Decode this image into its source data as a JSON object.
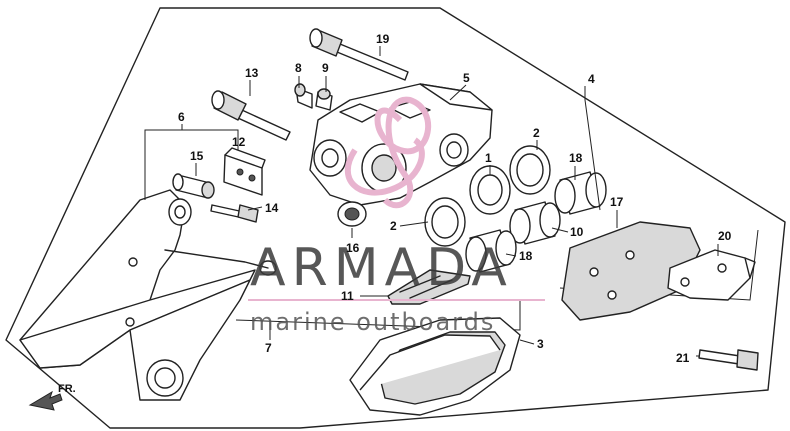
{
  "callouts": {
    "c1": "1",
    "c2a": "2",
    "c2b": "2",
    "c3": "3",
    "c4": "4",
    "c5": "5",
    "c6": "6",
    "c7": "7",
    "c8": "8",
    "c9": "9",
    "c10": "10",
    "c11": "11",
    "c12": "12",
    "c13": "13",
    "c14": "14",
    "c15": "15",
    "c16": "16",
    "c17": "17",
    "c18a": "18",
    "c18b": "18",
    "c19": "19",
    "c20": "20",
    "c21": "21"
  },
  "direction_label": "FR.",
  "watermark": {
    "brand": "ARMADA",
    "tagline": "marine outboards",
    "logo_color": "#e8b4cf"
  }
}
